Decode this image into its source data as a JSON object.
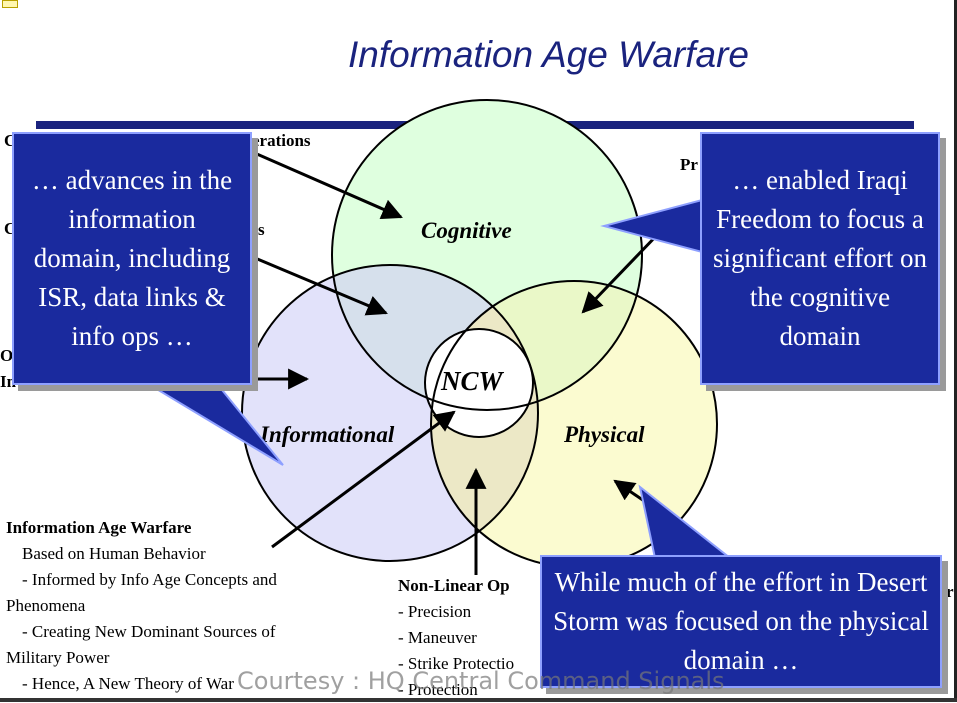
{
  "title": "Information Age Warfare",
  "labels": {
    "cognitive": "Cognitive",
    "informational": "Informational",
    "physical": "Physical",
    "ncw": "NCW",
    "frag_erations": "erations",
    "frag_s": "s",
    "frag_c1": "C",
    "frag_c2": "C",
    "frag_o": "O",
    "frag_in": "In",
    "frag_pr": "Pr",
    "frag_r": "r"
  },
  "callouts": {
    "info_domain": "… advances in the information domain, including ISR, data links & info ops …",
    "cognitive": "… enabled Iraqi Freedom to focus a significant effort on the cognitive domain",
    "physical": "While much of the effort in Desert Storm was focused on the physical domain …"
  },
  "left_block": {
    "heading": "Information Age Warfare",
    "lines": [
      "Based on Human Behavior",
      "- Informed by Info Age Concepts and",
      "Phenomena",
      "- Creating New Dominant Sources of",
      "Military Power",
      "- Hence, A New Theory of War"
    ]
  },
  "mid_block": {
    "heading": "Non-Linear Op",
    "lines": [
      "- Precision",
      "- Maneuver",
      "- Strike Protectio",
      "- Protection"
    ]
  },
  "courtesy": "Courtesy : HQ Central Command Signals",
  "colors": {
    "cognitive_fill": "#dfffdf",
    "informational_fill": "#e2e2fa",
    "physical_fill": "#fbfbd0",
    "callout_bg": "#1a2a9e",
    "title_color": "#1a237e"
  }
}
